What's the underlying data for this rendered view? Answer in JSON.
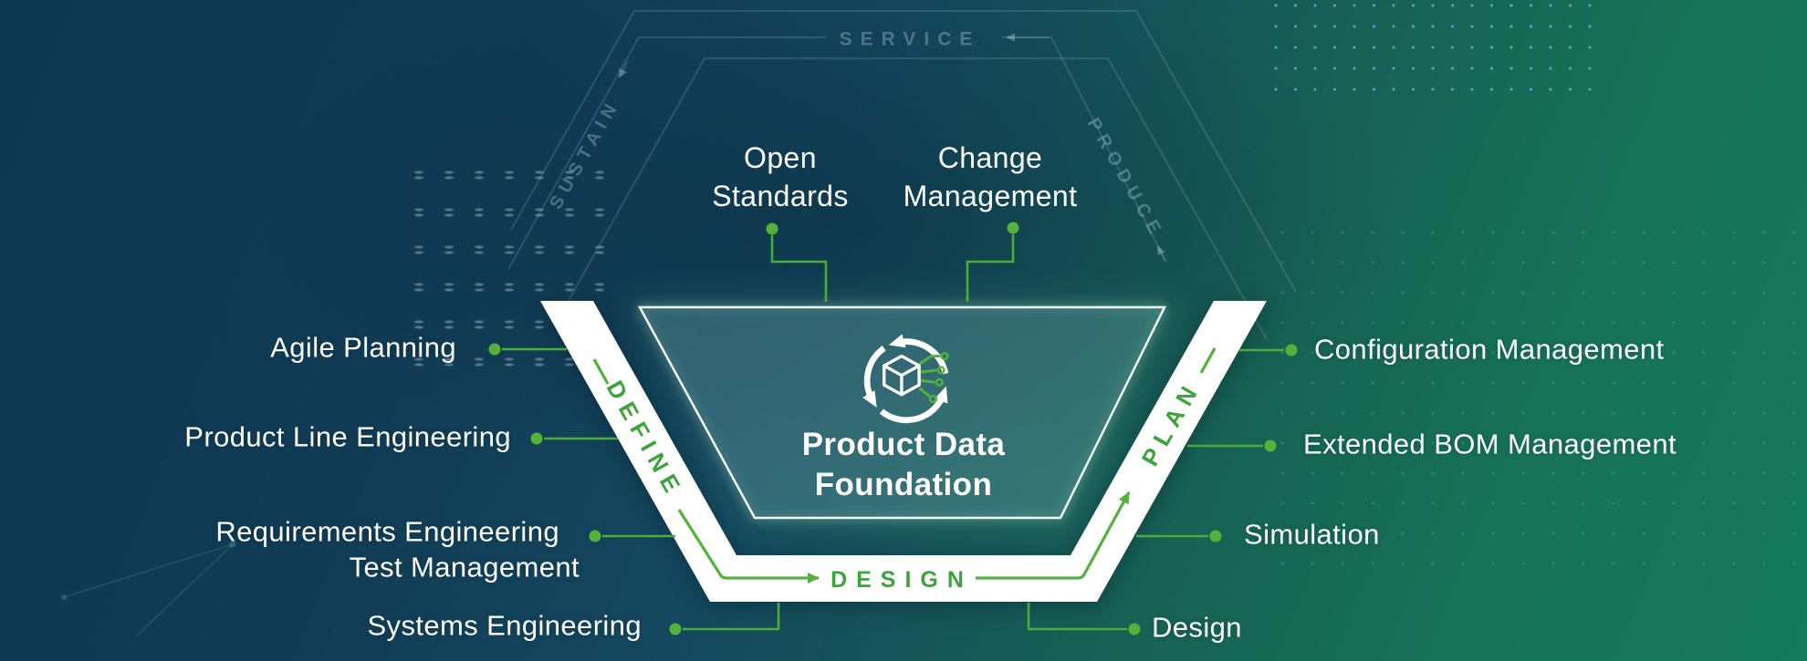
{
  "diagram_title": "Product Data Foundation lifecycle diagram",
  "center": {
    "title_line1": "Product Data",
    "title_line2": "Foundation",
    "icon": "product-lifecycle-icon"
  },
  "band": {
    "define": "DEFINE",
    "design": "DESIGN",
    "plan": "PLAN"
  },
  "hexagon": {
    "top": "SERVICE",
    "left": "SUSTAIN",
    "right": "PRODUCE"
  },
  "top_labels": [
    {
      "id": "open-standards",
      "line1": "Open",
      "line2": "Standards"
    },
    {
      "id": "change-management",
      "line1": "Change",
      "line2": "Management"
    }
  ],
  "left_labels": [
    {
      "id": "agile-planning",
      "text": "Agile Planning"
    },
    {
      "id": "product-line-engineering",
      "text": "Product Line Engineering"
    },
    {
      "id": "requirements-engineering",
      "text": "Requirements Engineering"
    },
    {
      "id": "test-management",
      "text": "Test Management"
    },
    {
      "id": "systems-engineering",
      "text": "Systems Engineering"
    }
  ],
  "right_labels": [
    {
      "id": "configuration-management",
      "text": "Configuration Management"
    },
    {
      "id": "extended-bom-management",
      "text": "Extended BOM Management"
    },
    {
      "id": "simulation",
      "text": "Simulation"
    },
    {
      "id": "design",
      "text": "Design"
    }
  ],
  "colors": {
    "bg_navy": "#0e3850",
    "bg_teal": "#176055",
    "bg_green": "#15795a",
    "brand_green": "#52b23b",
    "band_text_green": "#3da43c",
    "band_white": "#ffffff",
    "hex_line": "rgba(190,216,235,0.17)",
    "hex_text": "rgba(190,214,232,0.34)",
    "dot_cyan": "#4ab2d0"
  }
}
